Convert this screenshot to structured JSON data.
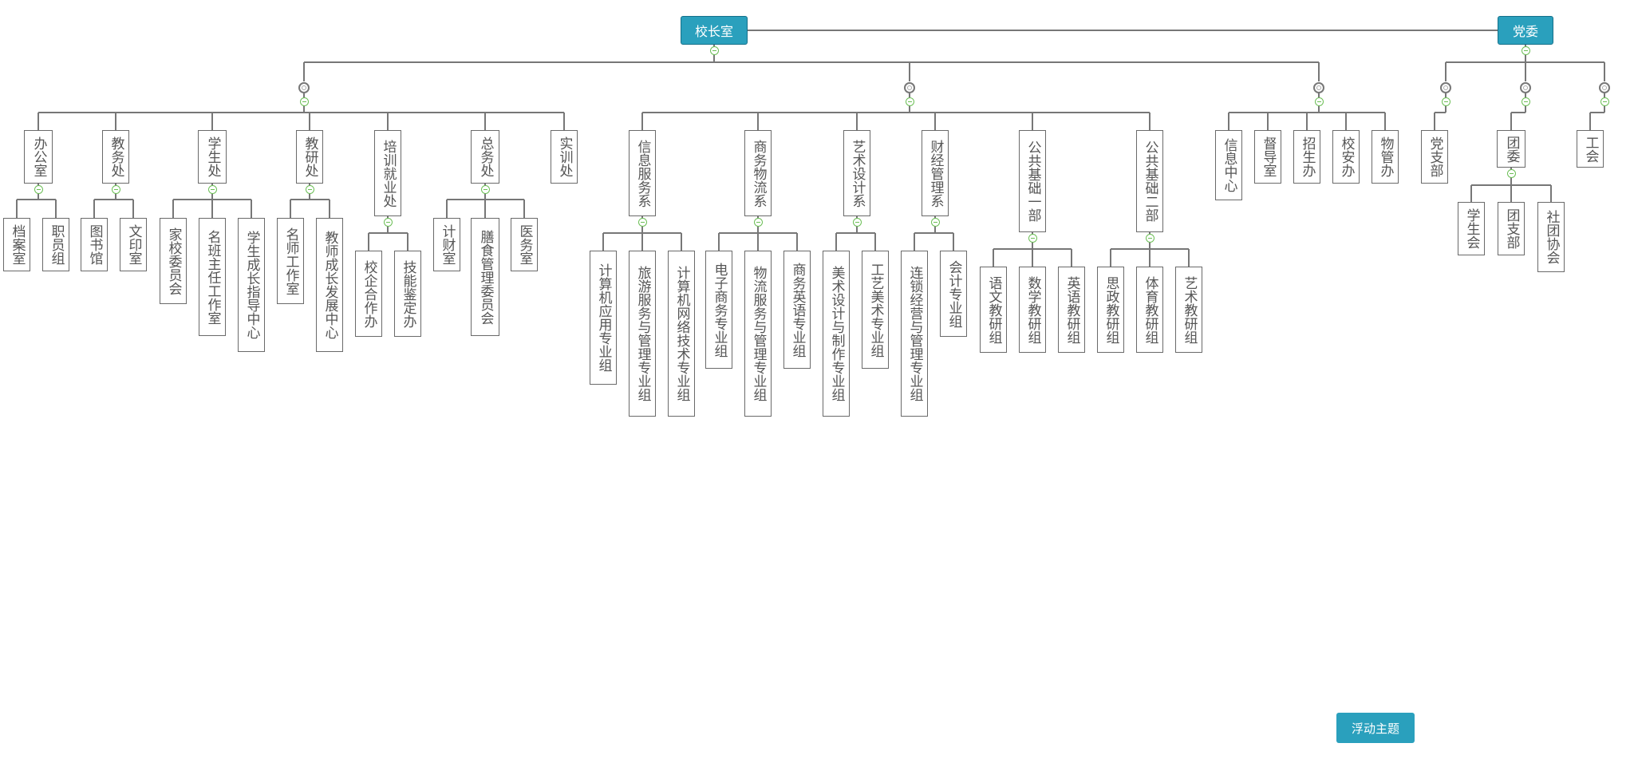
{
  "roots": {
    "principal": "校长室",
    "party": "党委"
  },
  "nodes": {
    "bangongshi": "办公室",
    "jiaowuchu": "教务处",
    "xueshengchu": "学生处",
    "jiaoyanchu": "教研处",
    "peixunjiuyechu": "培训就业处",
    "zongwuchu": "总务处",
    "shixunchu": "实训处",
    "danganshi": "档案室",
    "zhiyuanzu": "职员组",
    "tushuguan": "图书馆",
    "wenyinshi": "文印室",
    "jiaxiaoweiyuanhui": "家校委员会",
    "mingbanzhuren": "名班主任工作室",
    "xueshengchengzhang": "学生成长指导中心",
    "mingshigongzuoshi": "名师工作室",
    "jiaoshichengzhang": "教师成长发展中心",
    "xiaoqihezuoban": "校企合作办",
    "jinengjiandingban": "技能鉴定办",
    "jicaishi": "计财室",
    "shanshiguanli": "膳食管理委员会",
    "yiwushi": "医务室",
    "xinxifuwuxi": "信息服务系",
    "shangwuwuliuxi": "商务物流系",
    "yishushejixi": "艺术设计系",
    "caijingguanlixi": "财经管理系",
    "gonggongyibu": "公共基础一部",
    "gonggongerbu": "公共基础二部",
    "jisuanjiyingyong": "计算机应用专业组",
    "lvyoufuwu": "旅游服务与管理专业组",
    "jisuanjiwangluo": "计算机网络技术专业组",
    "dianzishangwu": "电子商务专业组",
    "wuliufuwu": "物流服务与管理专业组",
    "shangwuyingyu": "商务英语专业组",
    "meishusheji": "美术设计与制作专业组",
    "gongyimeishu": "工艺美术专业组",
    "liansuojingying": "连锁经营与管理专业组",
    "kuaiji": "会计专业组",
    "yuwen": "语文教研组",
    "shuxue": "数学教研组",
    "yingyu": "英语教研组",
    "sizheng": "思政教研组",
    "tiyu": "体育教研组",
    "yishujiaoyan": "艺术教研组",
    "xinxizhongxin": "信息中心",
    "dudaoshi": "督导室",
    "zhaoshengban": "招生办",
    "xiaoanban": "校安办",
    "wuguanban": "物管办",
    "dangzhibu": "党支部",
    "tuanwei": "团委",
    "gonghui": "工会",
    "xueshenghui": "学生会",
    "tuanzhibu": "团支部",
    "shetuanxiehui": "社团协会"
  },
  "float_button": "浮动主题",
  "colors": {
    "root_fill": "#2aa0bd",
    "line": "#777777",
    "toggle": "#6cbf56"
  }
}
